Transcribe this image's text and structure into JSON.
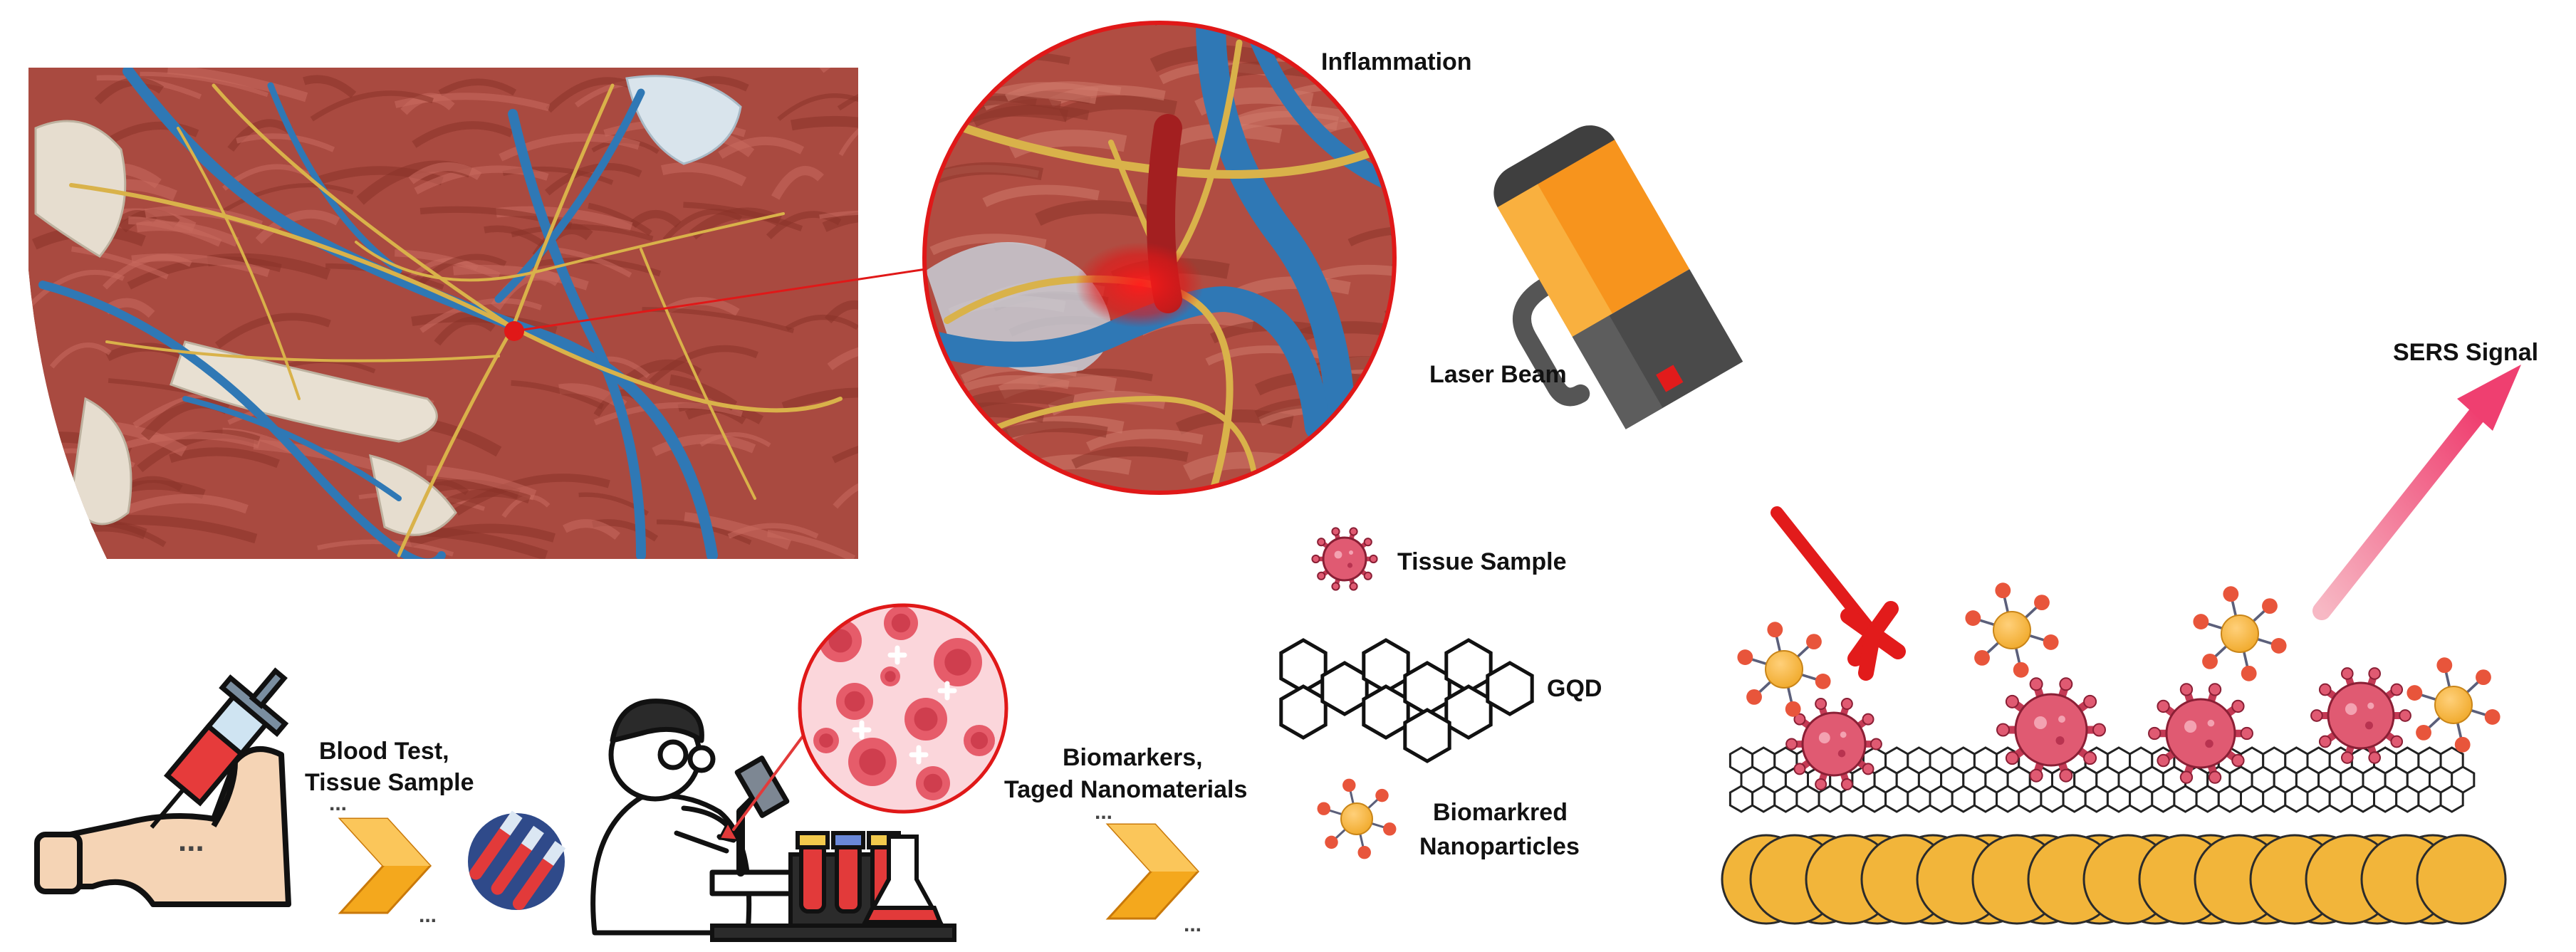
{
  "labels": {
    "inflammation": "Inflammation",
    "laser_beam": "Laser Beam",
    "sers_signal": "SERS Signal",
    "tissue_sample": "Tissue Sample",
    "gqd": "GQD",
    "biomarked_nanoparticles_line1": "Biomarkred",
    "biomarked_nanoparticles_line2": "Nanoparticles",
    "blood_test_line1": "Blood Test,",
    "blood_test_line2": "Tissue Sample",
    "biomarkers_line1": "Biomarkers,",
    "biomarkers_line2": "Taged Nanomaterials",
    "ellipsis": "..."
  },
  "colors": {
    "muscle": "#b5544a",
    "muscle_dark": "#8a3328",
    "vein": "#2f78b5",
    "nerve": "#d9b24a",
    "inflammation": "#e01818",
    "laser_red": "#e21b1b",
    "gold": "#f2b53a",
    "tissue_pink": "#e05a72",
    "arrow_pink": "#ef5f84",
    "chevron": "#f4a81d"
  },
  "icons": [
    "anatomy-illustration",
    "magnifier-circle",
    "laser-device-icon",
    "sers-arrow-icon",
    "tissue-virus-icon",
    "gqd-hexagon-icon",
    "nanoparticle-icon",
    "arm-syringe-icon",
    "chevron-icon",
    "blood-tubes-icon",
    "scientist-microscope-icon",
    "blood-cells-circle-icon"
  ]
}
